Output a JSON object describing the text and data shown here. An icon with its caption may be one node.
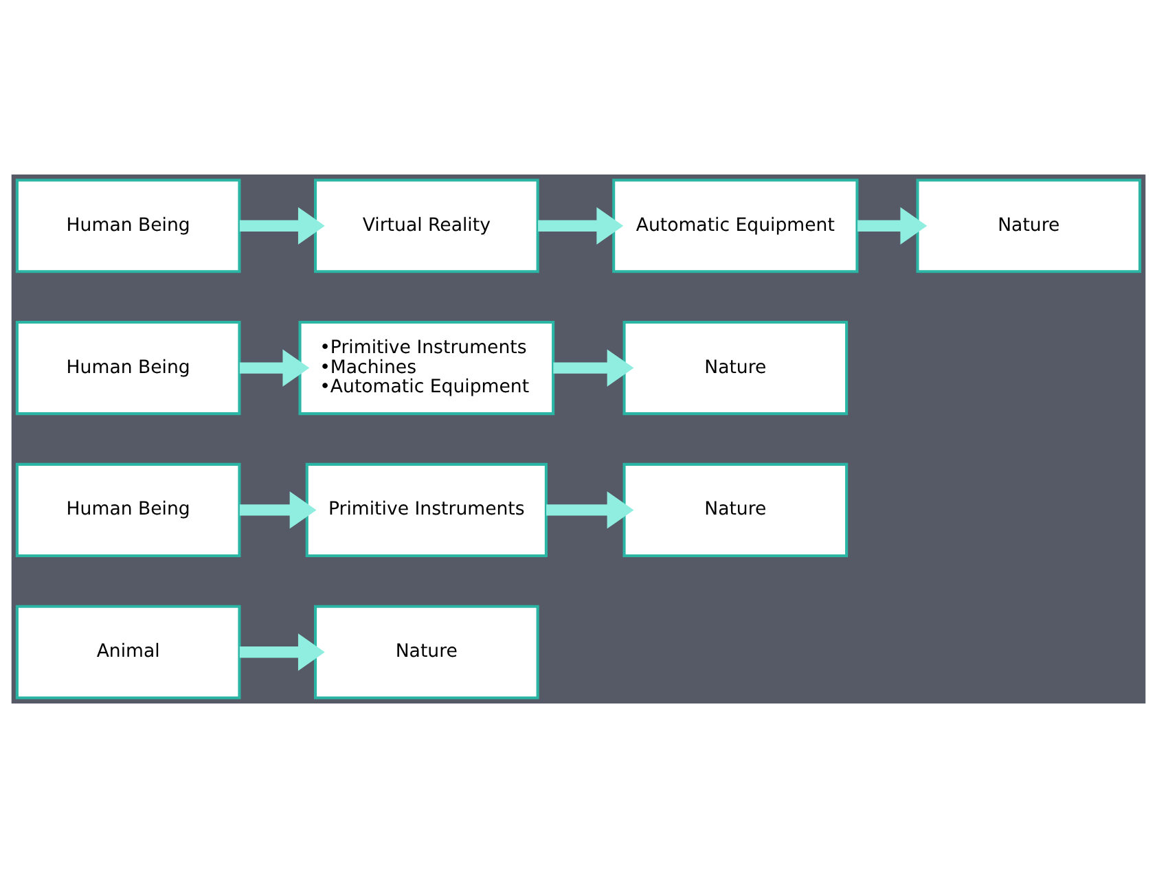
{
  "diagram": {
    "nodes": [
      {
        "text": [
          "Animal"
        ]
      },
      {
        "text": [
          "Nature"
        ]
      },
      {
        "text": [
          "Human Being"
        ]
      },
      {
        "text": [
          "Primitive Instruments"
        ]
      },
      {
        "text": [
          "Nature"
        ]
      },
      {
        "text": [
          "Human Being"
        ]
      },
      {
        "text": [
          "•Primitive Instruments",
          "•Machines",
          "•Automatic Equipment"
        ]
      },
      {
        "text": [
          "Nature"
        ]
      },
      {
        "text": [
          "Human Being"
        ]
      },
      {
        "text": [
          "Virtual Reality"
        ]
      },
      {
        "text": [
          "Automatic Equipment"
        ]
      },
      {
        "text": [
          "Nature"
        ]
      }
    ],
    "edges": [
      {
        "from": 0,
        "to": 1,
        "arrow": "to"
      },
      {
        "from": 2,
        "to": 3,
        "arrow": "to"
      },
      {
        "from": 3,
        "to": 4,
        "arrow": "to"
      },
      {
        "from": 5,
        "to": 6,
        "arrow": "to"
      },
      {
        "from": 6,
        "to": 7,
        "arrow": "to"
      },
      {
        "from": 8,
        "to": 9,
        "arrow": "to"
      },
      {
        "from": 9,
        "to": 10,
        "arrow": "to"
      },
      {
        "from": 10,
        "to": 11,
        "arrow": "to"
      }
    ]
  }
}
